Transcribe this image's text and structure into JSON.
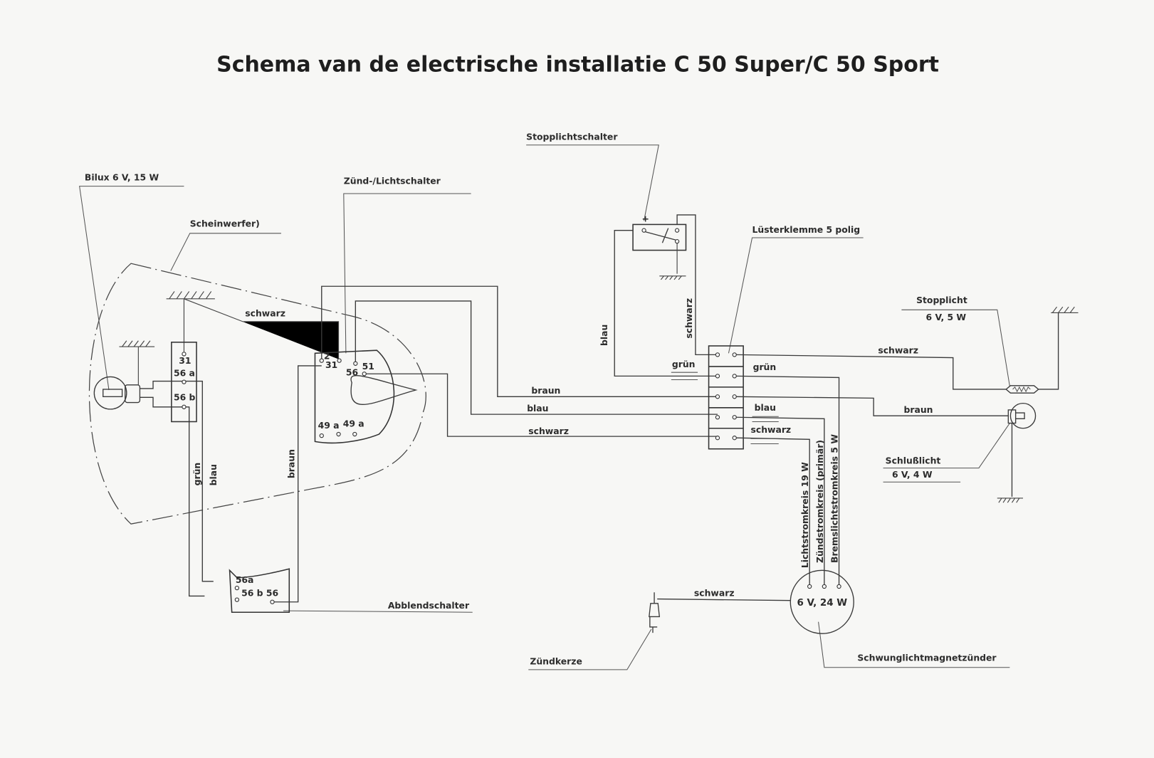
{
  "title": "Schema van de electrische installatie C 50 Super/C 50 Sport",
  "components": {
    "stop_switch": "Stopplichtschalter",
    "bilux": "Bilux 6 V, 15 W",
    "ignition_switch": "Zünd-/Lichtschalter",
    "headlight": "Scheinwerfer)",
    "terminal_block": "Lüsterklemme 5 polig",
    "stoplight": "Stopplicht",
    "stoplight_rating": "6 V, 5 W",
    "taillight": "Schlußlicht",
    "taillight_rating": "6 V, 4 W",
    "dimmer_switch": "Abblendschalter",
    "spark_plug": "Zündkerze",
    "magneto": "Schwunglichtmagnetzünder",
    "magneto_rating": "6 V, 24 W"
  },
  "terminals": {
    "t31": "31",
    "t56a": "56 a",
    "t56b": "56 b",
    "sw2": "2",
    "sw31": "31",
    "sw56": "56",
    "sw51": "51",
    "sw49a_1": "49 a",
    "sw49a_2": "49 a",
    "d56a": "56a",
    "d56b56": "56 b 56",
    "plus": "+"
  },
  "wires": {
    "schwarz_head": "schwarz",
    "blau_vert": "blau",
    "schwarz_vert": "schwarz",
    "gruen_left": "grün",
    "gruen_right": "grün",
    "schwarz_stop": "schwarz",
    "braun_mid": "braun",
    "blau_mid": "blau",
    "schwarz_mid": "schwarz",
    "blau_right": "blau",
    "schwarz_right": "schwarz",
    "braun_tail": "braun",
    "gruen_low": "grün",
    "blau_low": "blau",
    "braun_low": "braun",
    "schwarz_plug": "schwarz"
  },
  "circuits": {
    "light": "Lichtstromkreis 19 W",
    "ignition": "Zündstromkreis (primär)",
    "brake": "Bremslichtstromkreis 5 W"
  }
}
